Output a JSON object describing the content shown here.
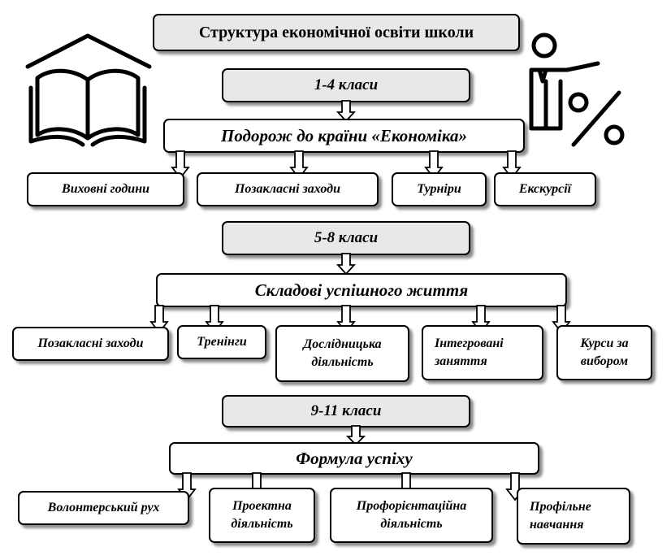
{
  "title": "Структура економічної освіти школи",
  "icons": {
    "left": "open-book-house-icon",
    "right": "teacher-percent-icon"
  },
  "colors": {
    "grade_fill": "#e8e8e8",
    "box_fill": "#ffffff",
    "stroke": "#000000"
  },
  "sections": [
    {
      "grade": "1-4 класи",
      "theme": "Подорож до країни «Економіка»",
      "items": [
        "Виховні години",
        "Позакласні заходи",
        "Турніри",
        "Екскурсії"
      ]
    },
    {
      "grade": "5-8 класи",
      "theme": "Складові успішного життя",
      "items": [
        "Позакласні заходи",
        "Тренінги",
        "Дослідницька діяльність",
        "Інтегровані заняття",
        "Курси за вибором"
      ]
    },
    {
      "grade": "9-11 класи",
      "theme": "Формула успіху",
      "items": [
        "Волонтерський рух",
        "Проектна діяльність",
        "Профорієнтаційна діяльність",
        "Профільне навчання"
      ]
    }
  ]
}
